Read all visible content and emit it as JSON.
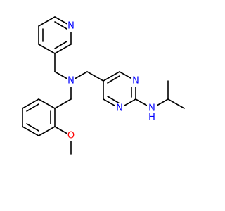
{
  "atom_labels": {
    "n_pyridine": "N",
    "n_amine": "N",
    "n_pyrimidine_upper": "N",
    "n_pyrimidine_lower": "N",
    "nh": "N",
    "nh_h": "H",
    "o_methoxy": "O"
  },
  "colors": {
    "bond": "#000000",
    "nitrogen": "#0000ff",
    "oxygen": "#ff0000",
    "background": "#ffffff"
  }
}
